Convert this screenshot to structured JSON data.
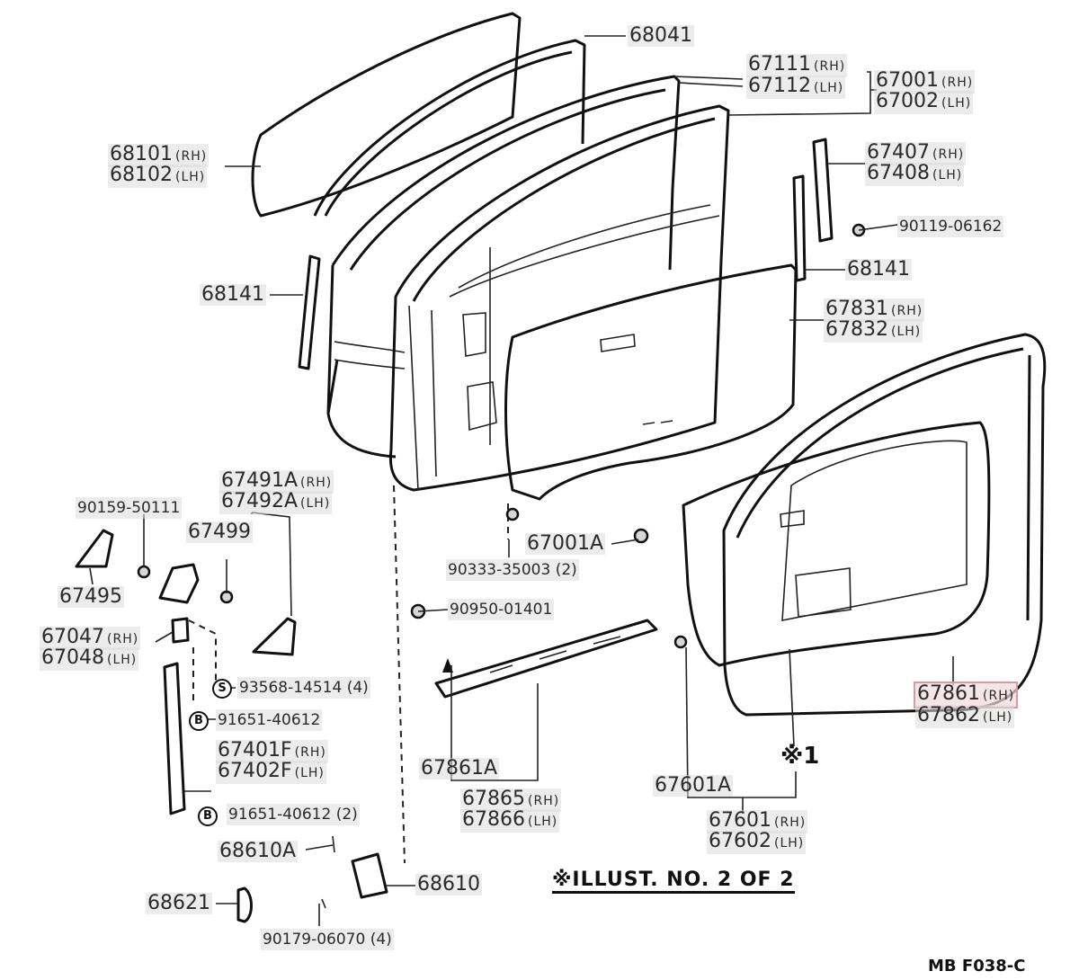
{
  "sheet_code": "MB  F038-C",
  "illust_note": "※ILLUST. NO. 2 OF 2",
  "callout_mark": "※1",
  "side": {
    "rh": "(RH)",
    "lh": "(LH)"
  },
  "bolt_letters": {
    "s": "S",
    "b": "B"
  },
  "parts": {
    "p68041": "68041",
    "p67111": "67111",
    "p67112": "67112",
    "p67001": "67001",
    "p67002": "67002",
    "p68101": "68101",
    "p68102": "68102",
    "p67407": "67407",
    "p67408": "67408",
    "p90119": "90119-06162",
    "p68141_right": "68141",
    "p68141_left": "68141",
    "p67831": "67831",
    "p67832": "67832",
    "p67491A": "67491A",
    "p67492A": "67492A",
    "p90159": "90159-50111",
    "p67499": "67499",
    "p67495": "67495",
    "p67001A": "67001A",
    "p90333": "90333-35003 (2)",
    "p90950": "90950-01401",
    "p67047": "67047",
    "p67048": "67048",
    "p93568": "93568-14514 (4)",
    "p91651a": "91651-40612",
    "p67401F": "67401F",
    "p67402F": "67402F",
    "p91651b": "91651-40612 (2)",
    "p67861A": "67861A",
    "p67865": "67865",
    "p67866": "67866",
    "p67601A": "67601A",
    "p67601": "67601",
    "p67602": "67602",
    "p67861": "67861",
    "p67862": "67862",
    "p68610A": "68610A",
    "p68610": "68610",
    "p68621": "68621",
    "p90179": "90179-06070 (4)"
  }
}
